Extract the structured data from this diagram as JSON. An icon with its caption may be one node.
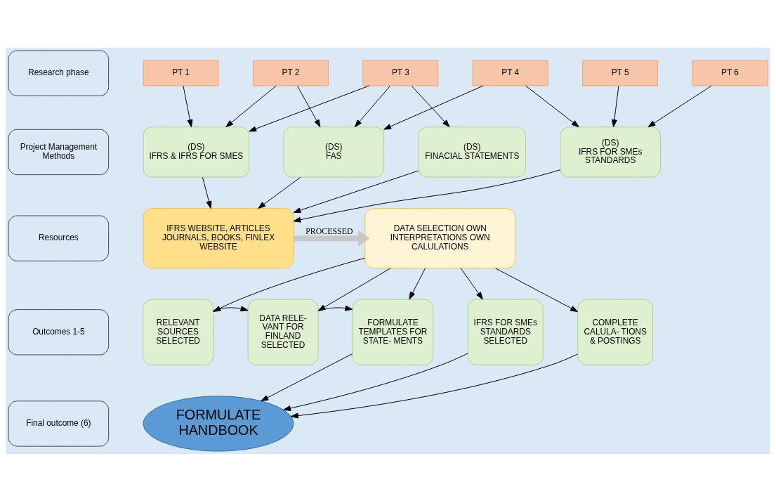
{
  "diagram": {
    "nodes": [
      {
        "text": [
          "Research phase"
        ]
      },
      {
        "text": [
          "Project Management Methods"
        ]
      },
      {
        "text": [
          "Resources"
        ]
      },
      {
        "text": [
          "Outcomes 1-5"
        ]
      },
      {
        "text": [
          "Final outcome (6)"
        ]
      },
      {
        "text": [
          "PT 1"
        ]
      },
      {
        "text": [
          "PT 2"
        ]
      },
      {
        "text": [
          "PT 3"
        ]
      },
      {
        "text": [
          "PT 4"
        ]
      },
      {
        "text": [
          "PT 5"
        ]
      },
      {
        "text": [
          "PT 6"
        ]
      },
      {
        "text": [
          "(DS)",
          "IFRS & IFRS FOR SMES"
        ]
      },
      {
        "text": [
          "(DS)",
          "FAS"
        ]
      },
      {
        "text": [
          "(DS)",
          "FINACIAL STATEMENTS"
        ]
      },
      {
        "text": [
          "(DS)",
          "IFRS FOR SMEs STANDARDS"
        ]
      },
      {
        "text": [
          "IFRS WEBSITE, ARTICLES JOURNALS, BOOKS, FINLEX WEBSITE"
        ]
      },
      {
        "text": [
          "DATA SELECTION OWN INTERPRETATIONS OWN CALULATIONS"
        ]
      },
      {
        "text": [
          "RELEVANT SOURCES SELECTED"
        ]
      },
      {
        "text": [
          "DATA RELE- VANT FOR FINLAND SELECTED"
        ]
      },
      {
        "text": [
          "FORMULATE TEMPLATES FOR STATE- MENTS"
        ]
      },
      {
        "text": [
          "IFRS FOR SMEs STANDARDS SELECTED"
        ]
      },
      {
        "text": [
          "COMPLETE CALULA- TIONS & POSTINGS"
        ]
      },
      {
        "text": [
          "FORMULATE HANDBOOK"
        ]
      }
    ],
    "edges": [
      {
        "from": 5,
        "to": 11,
        "arrow": "to"
      },
      {
        "from": 6,
        "to": 11,
        "arrow": "to"
      },
      {
        "from": 6,
        "to": 12,
        "arrow": "to"
      },
      {
        "from": 7,
        "to": 11,
        "arrow": "to"
      },
      {
        "from": 7,
        "to": 12,
        "arrow": "to"
      },
      {
        "from": 7,
        "to": 13,
        "arrow": "to"
      },
      {
        "from": 8,
        "to": 12,
        "arrow": "to"
      },
      {
        "from": 8,
        "to": 14,
        "arrow": "to"
      },
      {
        "from": 9,
        "to": 14,
        "arrow": "to"
      },
      {
        "from": 10,
        "to": 14,
        "arrow": "to"
      },
      {
        "from": 11,
        "to": 15,
        "arrow": "to"
      },
      {
        "from": 12,
        "to": 15,
        "arrow": "to"
      },
      {
        "from": 13,
        "to": 15,
        "arrow": "to"
      },
      {
        "from": 14,
        "to": 15,
        "arrow": "to"
      },
      {
        "from": 15,
        "to": 16,
        "arrow": "to",
        "label": "PROCESSED",
        "style": "thick",
        "color": "#c8c8c8"
      },
      {
        "from": 16,
        "to": 17,
        "arrow": "to"
      },
      {
        "from": 16,
        "to": 18,
        "arrow": "to"
      },
      {
        "from": 16,
        "to": 19,
        "arrow": "to"
      },
      {
        "from": 16,
        "to": 20,
        "arrow": "to"
      },
      {
        "from": 16,
        "to": 21,
        "arrow": "to"
      },
      {
        "from": 17,
        "to": 18,
        "arrow": "to"
      },
      {
        "from": 18,
        "to": 19,
        "arrow": "to"
      },
      {
        "from": 19,
        "to": 22,
        "arrow": "to"
      },
      {
        "from": 20,
        "to": 22,
        "arrow": "to"
      },
      {
        "from": 21,
        "to": 22,
        "arrow": "to"
      }
    ]
  }
}
